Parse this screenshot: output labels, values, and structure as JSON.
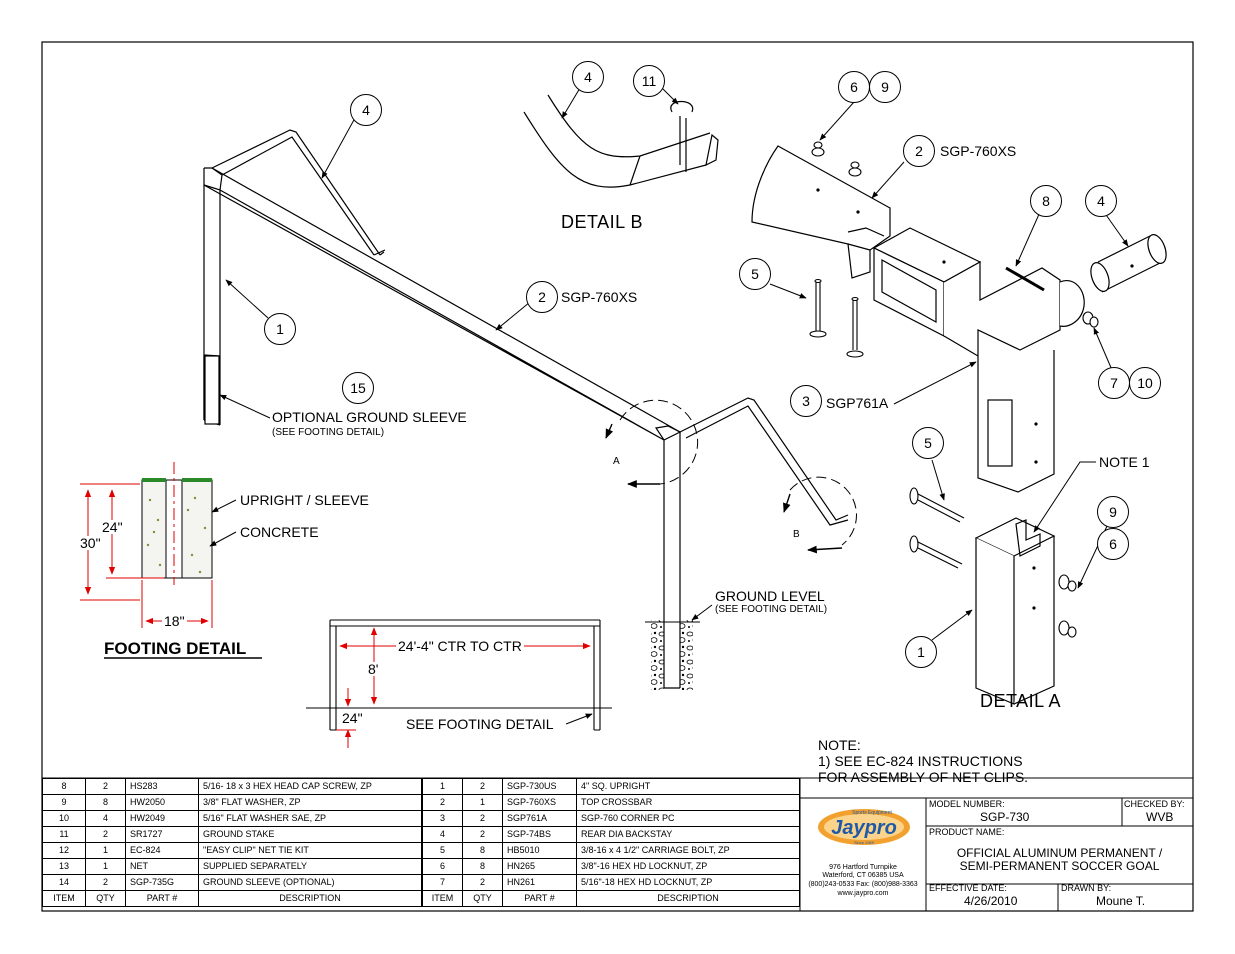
{
  "callouts": {
    "c4_main": "4",
    "c1_main": "1",
    "c2_main": "2",
    "c2_main_label": "SGP-760XS",
    "c15": "15",
    "sleeve_label": "OPTIONAL GROUND SLEEVE",
    "sleeve_sub": "(SEE FOOTING DETAIL)",
    "marker_a": "A",
    "marker_b": "B",
    "b_4": "4",
    "b_11": "11",
    "detail_b": "DETAIL  B",
    "a_6": "6",
    "a_9": "9",
    "a_2": "2",
    "a_2_label": "SGP-760XS",
    "a_8": "8",
    "a_4": "4",
    "a_5": "5",
    "a_3": "3",
    "a_3_label": "SGP761A",
    "a_7": "7",
    "a_10": "10",
    "a_5b": "5",
    "a_note1": "NOTE 1",
    "a_9b": "9",
    "a_6b": "6",
    "a_1": "1",
    "detail_a": "DETAIL  A",
    "ground_level": "GROUND LEVEL",
    "ground_sub": "(SEE FOOTING DETAIL)"
  },
  "footing": {
    "title": "FOOTING DETAIL",
    "upright_label": "UPRIGHT / SLEEVE",
    "concrete_label": "CONCRETE",
    "dim_30": "30\"",
    "dim_24": "24\"",
    "dim_18": "18\""
  },
  "frame": {
    "width_dim": "24'-4\" CTR TO CTR",
    "height_dim": "8'",
    "depth_dim": "24\"",
    "see_footing": "SEE FOOTING DETAIL"
  },
  "note": {
    "title": "NOTE:",
    "line1": "1) SEE EC-824 INSTRUCTIONS",
    "line2": "FOR ASSEMBLY OF NET CLIPS."
  },
  "bom": {
    "headers": [
      "ITEM",
      "QTY",
      "PART #",
      "DESCRIPTION"
    ],
    "left": [
      {
        "item": "8",
        "qty": "2",
        "part": "HS283",
        "desc": "5/16- 18 x 3 HEX HEAD CAP SCREW, ZP"
      },
      {
        "item": "9",
        "qty": "8",
        "part": "HW2050",
        "desc": "3/8\" FLAT WASHER, ZP"
      },
      {
        "item": "10",
        "qty": "4",
        "part": "HW2049",
        "desc": "5/16\" FLAT WASHER SAE, ZP"
      },
      {
        "item": "11",
        "qty": "2",
        "part": "SR1727",
        "desc": "GROUND STAKE"
      },
      {
        "item": "12",
        "qty": "1",
        "part": "EC-824",
        "desc": "\"EASY CLIP\"  NET TIE KIT"
      },
      {
        "item": "13",
        "qty": "1",
        "part": "NET",
        "desc": "SUPPLIED SEPARATELY"
      },
      {
        "item": "14",
        "qty": "2",
        "part": "SGP-735G",
        "desc": "GROUND SLEEVE (OPTIONAL)"
      }
    ],
    "right": [
      {
        "item": "1",
        "qty": "2",
        "part": "SGP-730US",
        "desc": "4\" SQ. UPRIGHT"
      },
      {
        "item": "2",
        "qty": "1",
        "part": "SGP-760XS",
        "desc": "TOP CROSSBAR"
      },
      {
        "item": "3",
        "qty": "2",
        "part": "SGP761A",
        "desc": "SGP-760 CORNER PC"
      },
      {
        "item": "4",
        "qty": "2",
        "part": "SGP-74BS",
        "desc": "REAR DIA BACKSTAY"
      },
      {
        "item": "5",
        "qty": "8",
        "part": "HB5010",
        "desc": "3/8-16 x 4 1/2\" CARRIAGE BOLT, ZP"
      },
      {
        "item": "6",
        "qty": "8",
        "part": "HN265",
        "desc": "3/8\"-16 HEX HD LOCKNUT, ZP"
      },
      {
        "item": "7",
        "qty": "2",
        "part": "HN261",
        "desc": "5/16\"-18 HEX HD LOCKNUT, ZP"
      }
    ]
  },
  "title_block": {
    "logo_text": "Jaypro",
    "logo_tagline": "Sports Equipment",
    "logo_since": "Since 1969",
    "address1": "976 Hartford Turnpike",
    "address2": "Waterford, CT 06385 USA",
    "phone": "(800)243-0533  Fax: (800)988-3363",
    "web": "www.jaypro.com",
    "model_label": "MODEL NUMBER:",
    "model_value": "SGP-730",
    "checked_label": "CHECKED BY:",
    "checked_value": "WVB",
    "product_label": "PRODUCT NAME:",
    "product_line1": "OFFICIAL ALUMINUM PERMANENT /",
    "product_line2": "SEMI-PERMANENT SOCCER GOAL",
    "date_label": "EFFECTIVE DATE:",
    "date_value": "4/26/2010",
    "drawn_label": "DRAWN BY:",
    "drawn_value": "Moune  T."
  },
  "colors": {
    "line": "#000000",
    "dim_red": "#e00000",
    "logo_blue": "#1f5aa6",
    "logo_orange": "#f3a12e"
  }
}
